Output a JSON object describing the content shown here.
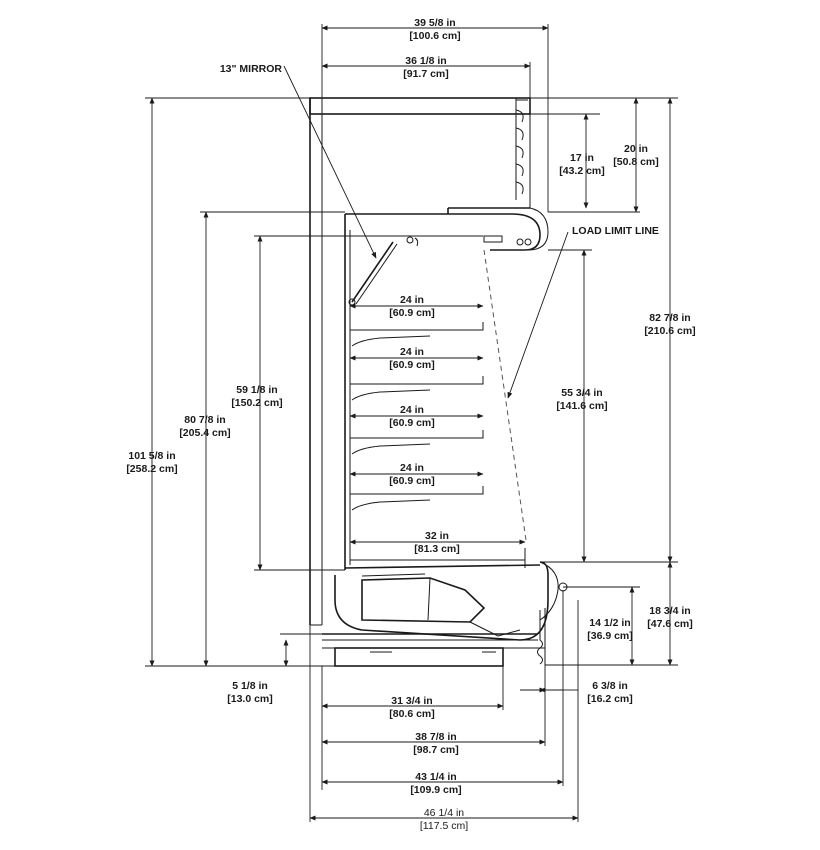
{
  "callouts": {
    "mirror": "13\" MIRROR",
    "load_limit": "LOAD LIMIT LINE"
  },
  "dimensions": {
    "d_39_5_8": {
      "imperial": "39 5/8 in",
      "metric": "[100.6 cm]"
    },
    "d_36_1_8": {
      "imperial": "36 1/8 in",
      "metric": "[91.7 cm]"
    },
    "d_17": {
      "imperial": "17 in",
      "metric": "[43.2 cm]"
    },
    "d_20": {
      "imperial": "20 in",
      "metric": "[50.8 cm]"
    },
    "d_82_7_8": {
      "imperial": "82 7/8 in",
      "metric": "[210.6 cm]"
    },
    "d_55_3_4": {
      "imperial": "55 3/4 in",
      "metric": "[141.6 cm]"
    },
    "d_59_1_8": {
      "imperial": "59 1/8 in",
      "metric": "[150.2 cm]"
    },
    "d_80_7_8": {
      "imperial": "80 7/8 in",
      "metric": "[205.4 cm]"
    },
    "d_101_5_8": {
      "imperial": "101 5/8 in",
      "metric": "[258.2 cm]"
    },
    "shelf_1": {
      "imperial": "24 in",
      "metric": "[60.9 cm]"
    },
    "shelf_2": {
      "imperial": "24 in",
      "metric": "[60.9 cm]"
    },
    "shelf_3": {
      "imperial": "24 in",
      "metric": "[60.9 cm]"
    },
    "shelf_4": {
      "imperial": "24 in",
      "metric": "[60.9 cm]"
    },
    "d_32": {
      "imperial": "32 in",
      "metric": "[81.3 cm]"
    },
    "d_14_1_2": {
      "imperial": "14 1/2 in",
      "metric": "[36.9 cm]"
    },
    "d_18_3_4": {
      "imperial": "18 3/4 in",
      "metric": "[47.6 cm]"
    },
    "d_5_1_8": {
      "imperial": "5 1/8 in",
      "metric": "[13.0 cm]"
    },
    "d_6_3_8": {
      "imperial": "6 3/8 in",
      "metric": "[16.2 cm]"
    },
    "d_31_3_4": {
      "imperial": "31 3/4 in",
      "metric": "[80.6 cm]"
    },
    "d_38_7_8": {
      "imperial": "38 7/8 in",
      "metric": "[98.7 cm]"
    },
    "d_43_1_4": {
      "imperial": "43 1/4 in",
      "metric": "[109.9 cm]"
    },
    "d_46_1_4": {
      "imperial": "46 1/4 in",
      "metric": "[117.5 cm]"
    }
  },
  "colors": {
    "line": "#1a1a1a",
    "background": "#ffffff"
  }
}
